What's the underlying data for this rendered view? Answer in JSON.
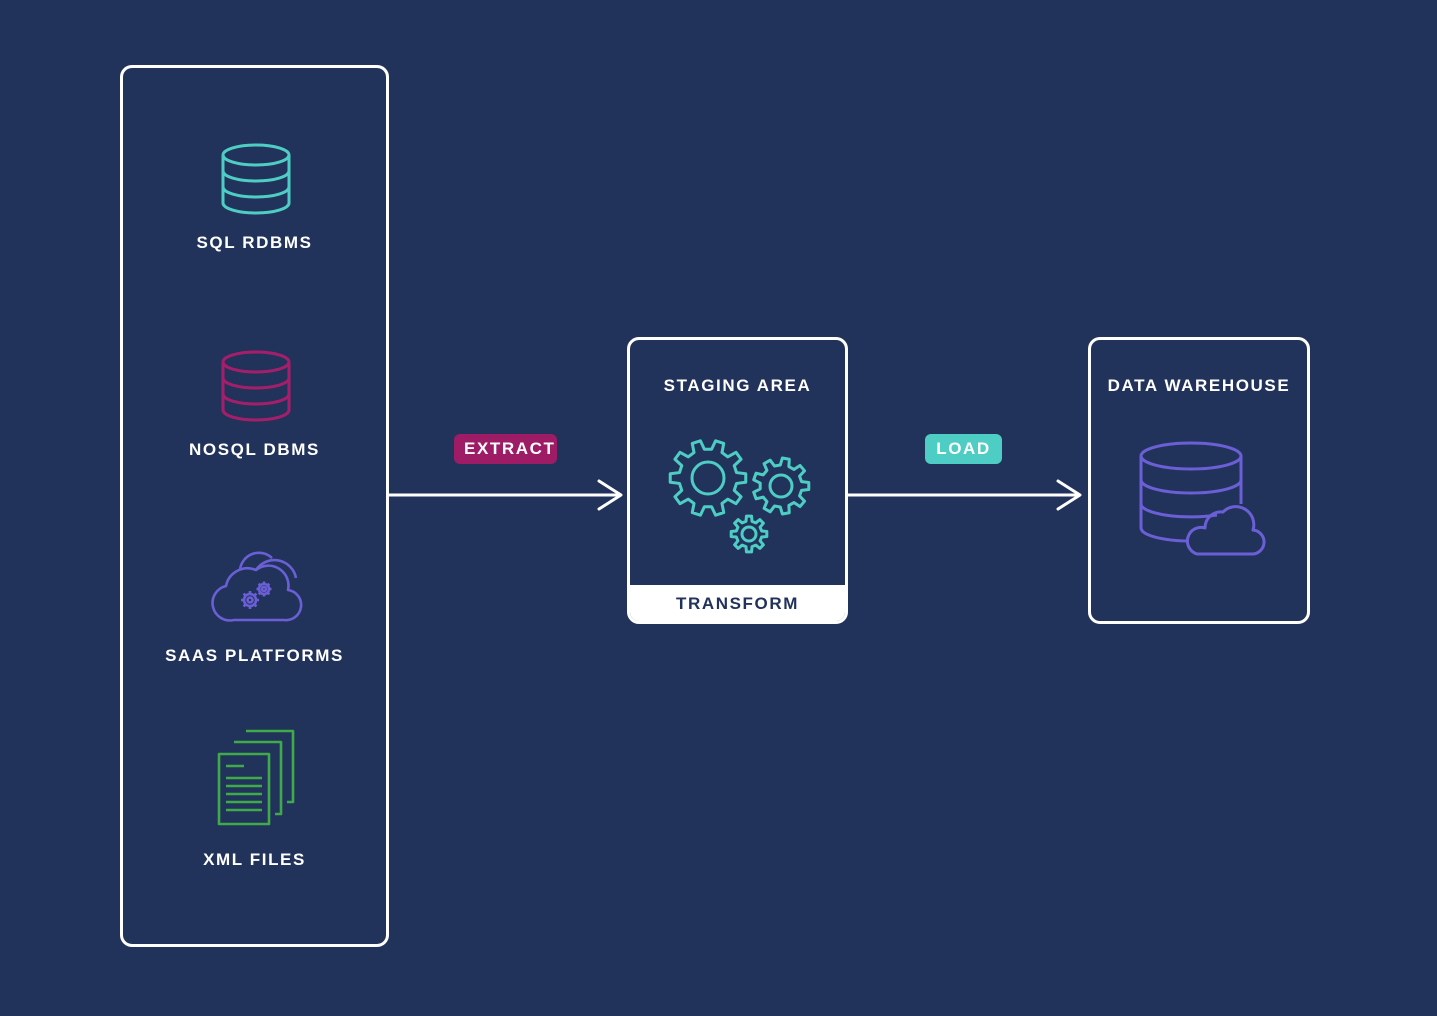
{
  "sources": {
    "items": [
      {
        "label": "SQL RDBMS",
        "icon": "database-icon",
        "color": "#4ecdc4"
      },
      {
        "label": "NOSQL DBMS",
        "icon": "database-icon",
        "color": "#a61e6b"
      },
      {
        "label": "SAAS PLATFORMS",
        "icon": "cloud-gear-icon",
        "color": "#6b5fd6"
      },
      {
        "label": "XML FILES",
        "icon": "documents-icon",
        "color": "#3eaa48"
      }
    ]
  },
  "edges": {
    "extract": {
      "label": "EXTRACT",
      "color": "#9e1c66"
    },
    "load": {
      "label": "LOAD",
      "color": "#4ecdc4"
    }
  },
  "staging": {
    "title": "STAGING AREA",
    "footer": "TRANSFORM",
    "icon": "gears-icon",
    "color": "#4ecdc4"
  },
  "warehouse": {
    "title": "DATA WAREHOUSE",
    "icon": "database-cloud-icon",
    "color": "#6b5fd6"
  },
  "theme": {
    "background": "#22335b",
    "stroke": "#ffffff"
  }
}
